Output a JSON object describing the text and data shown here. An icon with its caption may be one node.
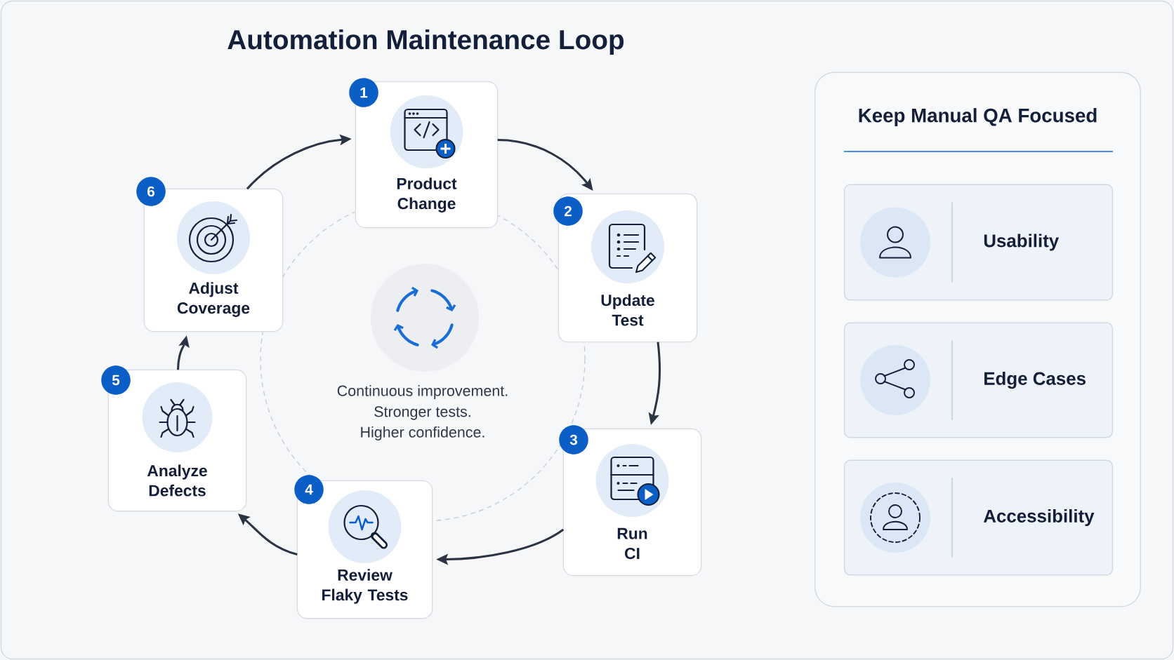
{
  "diagram": {
    "title": "Automation Maintenance Loop",
    "nodes": [
      {
        "text": [
          "1"
        ]
      },
      {
        "text": [
          "Product Change"
        ]
      },
      {
        "text": [
          "2"
        ]
      },
      {
        "text": [
          "Update Test"
        ]
      },
      {
        "text": [
          "3"
        ]
      },
      {
        "text": [
          "Run CI"
        ]
      },
      {
        "text": [
          "4"
        ]
      },
      {
        "text": [
          "Review Flaky Tests"
        ]
      },
      {
        "text": [
          "5"
        ]
      },
      {
        "text": [
          "Analyze Defects"
        ]
      },
      {
        "text": [
          "6"
        ]
      },
      {
        "text": [
          "Adjust Coverage"
        ]
      },
      {
        "text": [
          "Keep Manual QA Focused"
        ]
      },
      {
        "text": [
          "Usability"
        ],
        "in": 12
      },
      {
        "text": [
          "Edge Cases"
        ],
        "in": 12
      },
      {
        "text": [
          "Accessibility"
        ],
        "in": 12
      }
    ],
    "edges": [
      {
        "from": 1,
        "to": 3,
        "arrow": "to"
      },
      {
        "from": 3,
        "to": 5,
        "arrow": "to"
      },
      {
        "from": 5,
        "to": 7,
        "arrow": "to"
      },
      {
        "from": 7,
        "to": 9,
        "arrow": "to"
      },
      {
        "from": 9,
        "to": 11,
        "arrow": "to"
      },
      {
        "from": 11,
        "to": 1,
        "arrow": "to"
      }
    ],
    "labels": [
      "Continuous improvement.",
      "Stronger tests.",
      "Higher confidence."
    ]
  }
}
